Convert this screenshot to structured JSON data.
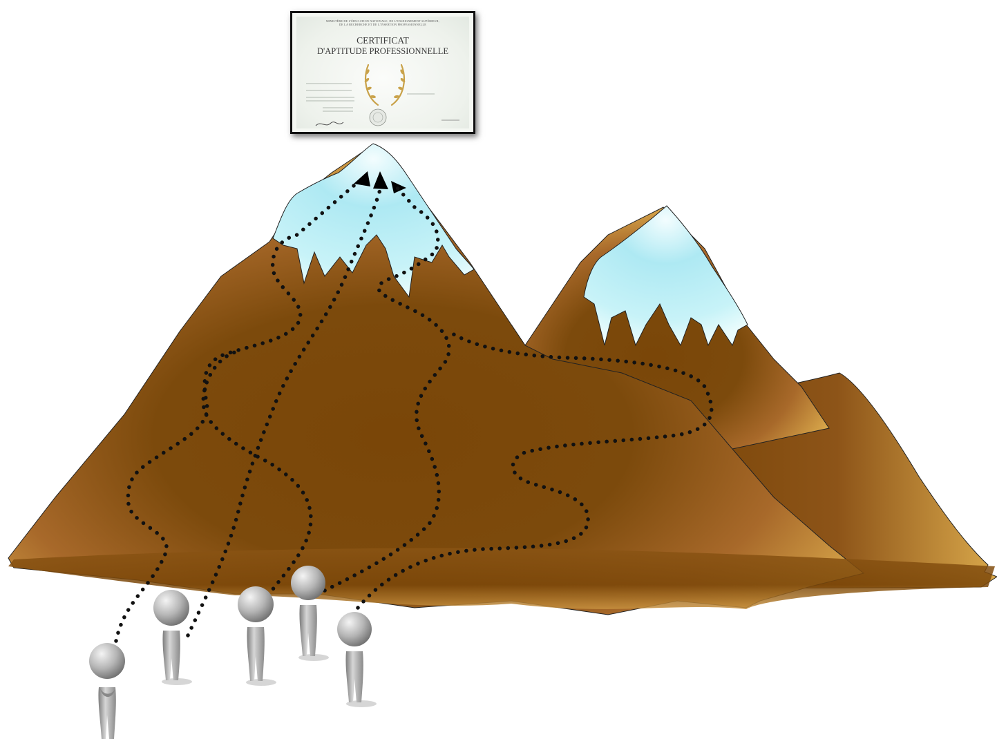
{
  "certificate": {
    "header_line1": "MINISTÈRE DE L'ÉDUCATION NATIONALE, DE L'ENSEIGNEMENT SUPÉRIEUR,",
    "header_line2": "DE LA RECHERCHE ET DE L'INSERTION PROFESSIONNELLE",
    "title": "CERTIFICAT",
    "subtitle": "D'APTITUDE PROFESSIONNELLE"
  },
  "colors": {
    "mountain_light": "#d9a84b",
    "mountain_mid": "#a8692a",
    "mountain_dark": "#7a4608",
    "snow": "#c8f3f8",
    "snow_edge": "#e9fbfd",
    "path_dots": "#111111",
    "figure": "#9b9b9b"
  },
  "figures": [
    {
      "name": "figure-1"
    },
    {
      "name": "figure-2"
    },
    {
      "name": "figure-3"
    },
    {
      "name": "figure-4"
    },
    {
      "name": "figure-5"
    }
  ],
  "paths": [
    {
      "name": "path-1"
    },
    {
      "name": "path-2"
    },
    {
      "name": "path-3"
    },
    {
      "name": "path-4"
    },
    {
      "name": "path-5"
    }
  ]
}
